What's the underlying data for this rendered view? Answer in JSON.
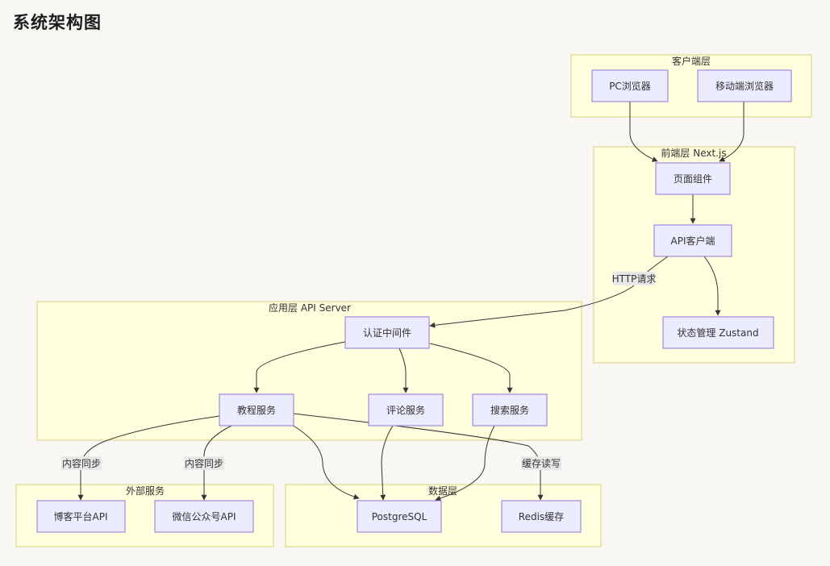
{
  "title": "系统架构图",
  "clusters": {
    "client": "客户端层",
    "frontend": "前端层 Next.js",
    "app": "应用层 API Server",
    "external": "外部服务",
    "data": "数据层"
  },
  "nodes": {
    "pc_browser": "PC浏览器",
    "mobile_browser": "移动端浏览器",
    "page_components": "页面组件",
    "api_client": "API客户端",
    "state_mgmt": "状态管理 Zustand",
    "auth_middleware": "认证中间件",
    "tutorial_service": "教程服务",
    "comment_service": "评论服务",
    "search_service": "搜索服务",
    "blog_api": "博客平台API",
    "wechat_api": "微信公众号API",
    "postgresql": "PostgreSQL",
    "redis": "Redis缓存"
  },
  "edge_labels": {
    "http_request": "HTTP请求",
    "content_sync_1": "内容同步",
    "content_sync_2": "内容同步",
    "cache_rw": "缓存读写"
  },
  "colors": {
    "cluster_fill": "#ffffde",
    "cluster_stroke": "#d6d37a",
    "node_fill": "#ececff",
    "node_stroke": "#9370db",
    "edge": "#333333",
    "background": "#f8f7f4"
  }
}
